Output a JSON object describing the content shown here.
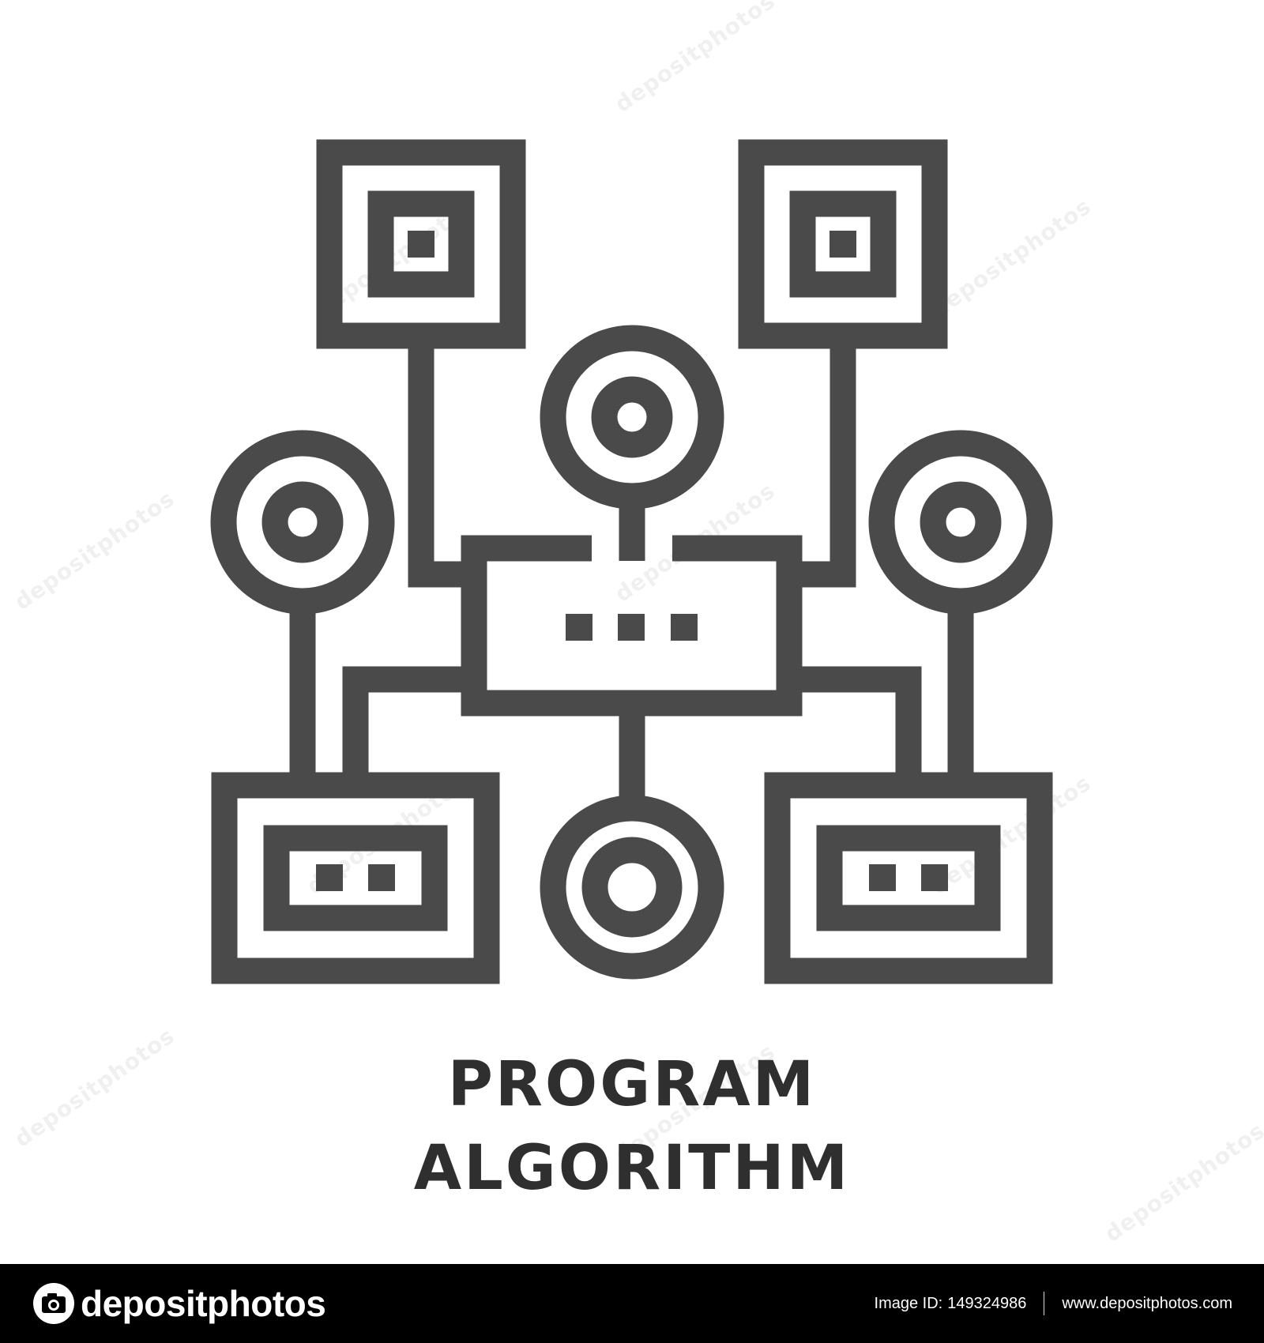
{
  "title": {
    "line1": "PROGRAM",
    "line2": "ALGORITHM"
  },
  "watermark": {
    "text": "depositphotos"
  },
  "footer": {
    "brand": "depositphotos",
    "image_id_label": "Image ID:",
    "image_id": "149324986",
    "site_url": "www.depositphotos.com"
  },
  "icon": {
    "name": "program-algorithm-icon",
    "color": "#4a4a4a"
  },
  "colors": {
    "background": "#ffffff",
    "icon": "#4a4a4a",
    "title": "#2f2f2f",
    "footer_bg": "#000000",
    "footer_text": "#ffffff"
  }
}
